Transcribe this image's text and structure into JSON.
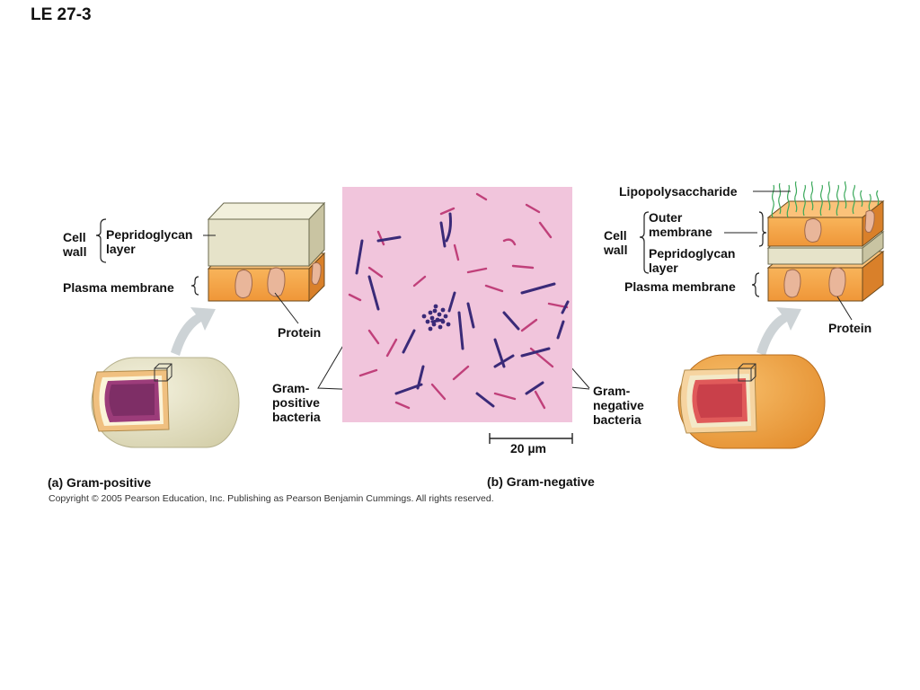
{
  "title": "LE 27-3",
  "copyright": "Copyright © 2005 Pearson Education, Inc. Publishing as Pearson Benjamin Cummings. All rights reserved.",
  "panel_a": {
    "letter": "(a)",
    "caption": "Gram-positive",
    "cell_wall": "Cell\nwall",
    "peptidoglycan": "Pepridoglycan\nlayer",
    "plasma_membrane": "Plasma membrane",
    "protein": "Protein"
  },
  "panel_b": {
    "letter": "(b)",
    "caption": "Gram-negative",
    "lps": "Lipopolysaccharide",
    "outer_membrane": "Outer\nmembrane",
    "cell_wall": "Cell\nwall",
    "peptidoglycan": "Pepridoglycan\nlayer",
    "plasma_membrane": "Plasma membrane",
    "protein": "Protein"
  },
  "micrograph": {
    "gram_positive": "Gram-\npositive\nbacteria",
    "gram_negative": "Gram-\nnegative\nbacteria",
    "scale": "20 µm"
  },
  "colors": {
    "membrane": "#f5a24a",
    "peptidoglycan": "#e6e3c9",
    "protein": "#e9b69a",
    "stain_positive": "#3a2a78",
    "stain_negative": "#c0407a",
    "micro_bg": "#f1c5dc"
  }
}
